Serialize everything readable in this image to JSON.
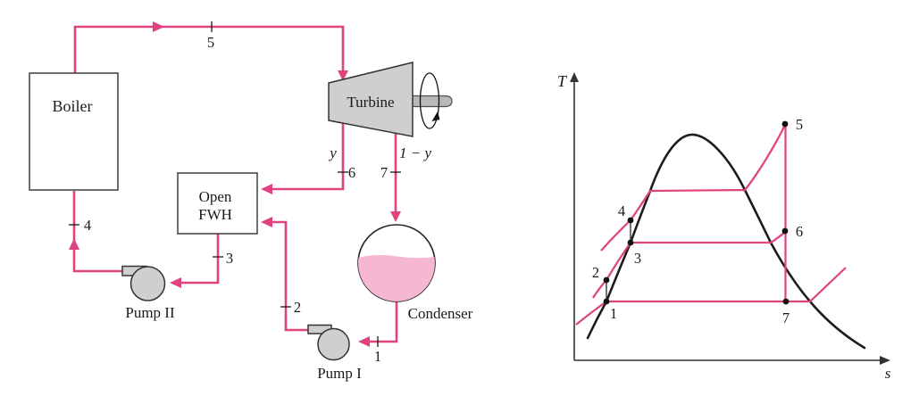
{
  "colors": {
    "pipe_pink": "#e0417f",
    "condensate_pink": "#f6b7d2",
    "component_gray": "#cfcfcf",
    "ink": "#1a1a1a"
  },
  "schematic": {
    "boiler": "Boiler",
    "turbine": "Turbine",
    "fwh_line1": "Open",
    "fwh_line2": "FWH",
    "condenser": "Condenser",
    "pump_i": "Pump I",
    "pump_ii": "Pump II",
    "split_extracted": "y",
    "split_remaining": "1 − y"
  },
  "states": {
    "s1": "1",
    "s2": "2",
    "s3": "3",
    "s4": "4",
    "s5": "5",
    "s6": "6",
    "s7": "7"
  },
  "ts_diagram": {
    "axis_y": "T",
    "axis_x": "s"
  }
}
